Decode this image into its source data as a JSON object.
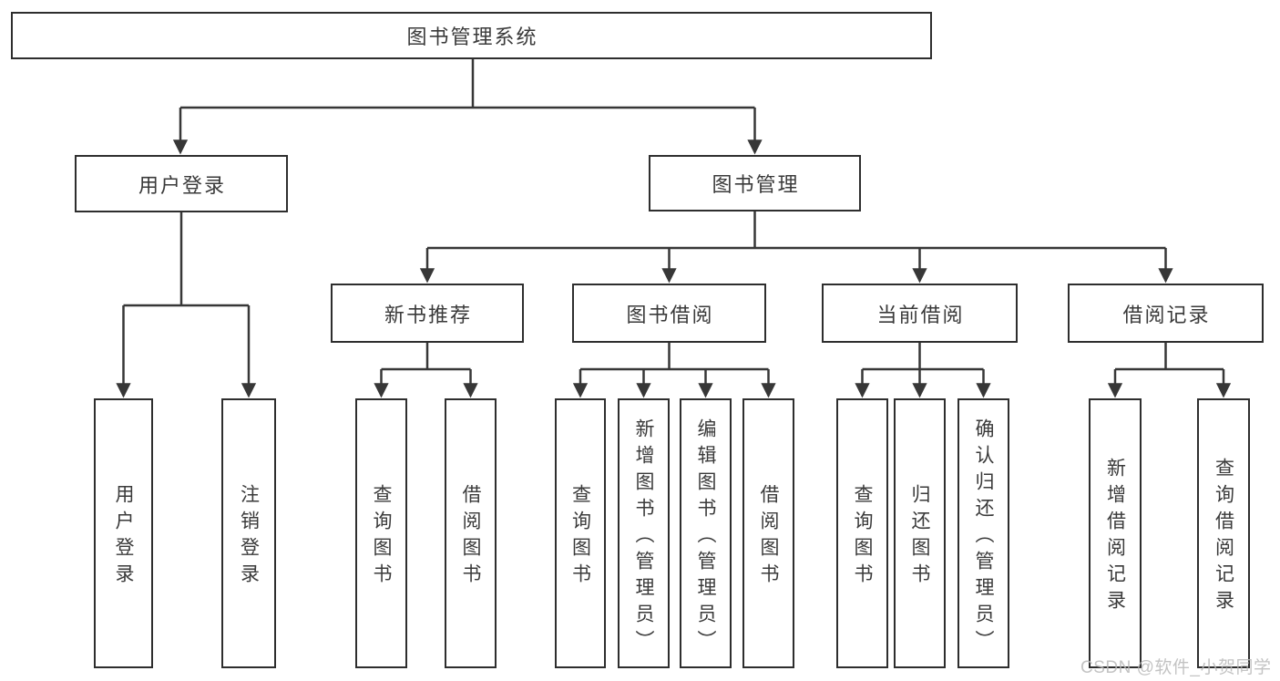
{
  "tree": {
    "root": {
      "label": "图书管理系统"
    },
    "children": [
      {
        "label": "用户登录",
        "children": [
          {
            "label": "用户登录"
          },
          {
            "label": "注销登录"
          }
        ]
      },
      {
        "label": "图书管理",
        "children": [
          {
            "label": "新书推荐",
            "children": [
              {
                "label": "查询图书"
              },
              {
                "label": "借阅图书"
              }
            ]
          },
          {
            "label": "图书借阅",
            "children": [
              {
                "label": "查询图书"
              },
              {
                "label": "新增图书（管理员）"
              },
              {
                "label": "编辑图书（管理员）"
              },
              {
                "label": "借阅图书"
              }
            ]
          },
          {
            "label": "当前借阅",
            "children": [
              {
                "label": "查询图书"
              },
              {
                "label": "归还图书"
              },
              {
                "label": "确认归还（管理员）"
              }
            ]
          },
          {
            "label": "借阅记录",
            "children": [
              {
                "label": "新增借阅记录"
              },
              {
                "label": "查询借阅记录"
              }
            ]
          }
        ]
      }
    ]
  },
  "watermark": {
    "text": "CSDN @软件_小贺同学"
  },
  "colors": {
    "line": "#373737",
    "box_border": "#2e2e2e",
    "text": "#3a3a3a",
    "background": "#ffffff",
    "watermark": "#b9b9b9"
  }
}
